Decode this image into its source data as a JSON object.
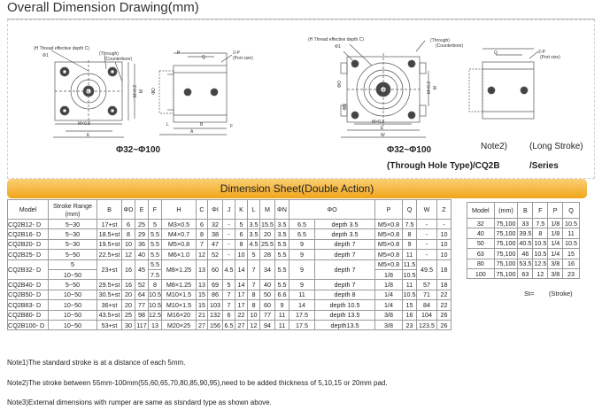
{
  "title": "Overall Dimension Drawing(mm)",
  "drawing": {
    "left_labels": {
      "h_thread": "(H Thread effective depth C)",
      "through": "(Through)",
      "counterbore": "(Counterbore)",
      "phi1": "Φ1",
      "p": "P",
      "q": "Q",
      "two_p": "2-P",
      "port_size": "(Port size)",
      "phi_d": "ΦD",
      "m": "M",
      "m_x02_v": "M×0.2",
      "m_x02_h": "M×0.2",
      "e": "E",
      "b": "B",
      "l": "L",
      "a": "A",
      "f": "F"
    },
    "right_labels": {
      "h_thread": "(H Thread effective depth C)",
      "through": "(Through)",
      "counterbore": "(Counterbore)",
      "phi1": "Φ1",
      "phi_o": "ΦO",
      "phi_n": "ΦN",
      "m": "M",
      "m_x02_v": "M×0.2",
      "m_x02_h": "M×0.2",
      "e": "E",
      "w": "W",
      "q": "Q",
      "two_p": "2-P",
      "port_size": "(Port size)"
    },
    "caption_left": "Φ32~Φ100",
    "caption_right": "Φ32~Φ100",
    "note2": "Note2)",
    "long_stroke": "(Long Stroke)",
    "through_hole": "(Through Hole Type)/CQ2B",
    "series": "/Series"
  },
  "sheet_title": "Dimension Sheet(Double Action)",
  "main_table": {
    "headers": [
      "Model",
      "Stroke Range (mm)",
      "B",
      "ΦD",
      "E",
      "F",
      "H",
      "C",
      "ΦI",
      "J",
      "K",
      "L",
      "M",
      "ΦN",
      "ΦO",
      "P",
      "Q",
      "W",
      "Z"
    ],
    "rows": [
      [
        "CQ2B12-  D",
        "5~30",
        "17+st",
        "6",
        "25",
        "5",
        "M3×0.5",
        "6",
        "32",
        "-",
        "5",
        "3.5",
        "15.5",
        "3.5",
        "6.5",
        "depth 3.5",
        "M5×0.8",
        "7.5",
        "-",
        "-"
      ],
      [
        "CQ2B16-  D",
        "5~30",
        "18.5+st",
        "8",
        "29",
        "5.5",
        "M4×0.7",
        "8",
        "38",
        "-",
        "6",
        "3.5",
        "20",
        "3.5",
        "6.5",
        "depth 3.5",
        "M5×0.8",
        "8",
        "-",
        "10"
      ],
      [
        "CQ2B20-  D",
        "5~30",
        "19.5+st",
        "10",
        "36",
        "5.5",
        "M5×0.8",
        "7",
        "47",
        "-",
        "8",
        "4.5",
        "25.5",
        "5.5",
        "9",
        "depth 7",
        "M5×0.8",
        "9",
        "-",
        "10"
      ],
      [
        "CQ2B25-  D",
        "5~50",
        "22.5+st",
        "12",
        "40",
        "5.5",
        "M6×1.0",
        "12",
        "52",
        "-",
        "10",
        "5",
        "28",
        "5.5",
        "9",
        "depth 7",
        "M5×0.8",
        "11",
        "-",
        "10"
      ],
      [
        "CQ2B32-  D",
        "5",
        "23+st",
        "16",
        "45",
        "5.5",
        "M8×1.25",
        "13",
        "60",
        "4.5",
        "14",
        "7",
        "34",
        "5.5",
        "9",
        "depth 7",
        "M5×0.8",
        "11.5",
        "49.5",
        "18"
      ],
      [
        "",
        "10~50",
        "",
        "",
        "",
        "7.5",
        "",
        "",
        "",
        "",
        "",
        "",
        "",
        "",
        "",
        "",
        "1/8",
        "10.5",
        "",
        ""
      ],
      [
        "CQ2B40-  D",
        "5~50",
        "29.5+st",
        "16",
        "52",
        "8",
        "M8×1.25",
        "13",
        "69",
        "5",
        "14",
        "7",
        "40",
        "5.5",
        "9",
        "depth 7",
        "1/8",
        "11",
        "57",
        "18"
      ],
      [
        "CQ2B50-  D",
        "10~50",
        "30.5+st",
        "20",
        "64",
        "10.5",
        "M10×1.5",
        "15",
        "86",
        "7",
        "17",
        "8",
        "50",
        "6.6",
        "11",
        "depth 8",
        "1/4",
        "10.5",
        "71",
        "22"
      ],
      [
        "CQ2B63-  D",
        "10~50",
        "36+st",
        "20",
        "77",
        "10.5",
        "M10×1.5",
        "15",
        "103",
        "7",
        "17",
        "8",
        "60",
        "9",
        "14",
        "depth 10.5",
        "1/4",
        "15",
        "84",
        "22"
      ],
      [
        "CQ2B80-  D",
        "10~50",
        "43.5+st",
        "25",
        "98",
        "12.5",
        "M16×20",
        "21",
        "132",
        "6",
        "22",
        "10",
        "77",
        "11",
        "17.5",
        "depth 13.5",
        "3/8",
        "16",
        "104",
        "26"
      ],
      [
        "CQ2B100-  D",
        "10~50",
        "53+st",
        "30",
        "117",
        "13",
        "M20×25",
        "27",
        "156",
        "6.5",
        "27",
        "12",
        "94",
        "11",
        "17.5",
        "depth13.5",
        "3/8",
        "23",
        "123.5",
        "26"
      ]
    ]
  },
  "side_table": {
    "headers": [
      "Model",
      "(mm)",
      "B",
      "F",
      "P",
      "Q"
    ],
    "rows": [
      [
        "32",
        "75,100",
        "33",
        "7.5",
        "1/8",
        "10.5"
      ],
      [
        "40",
        "75,100",
        "39.5",
        "8",
        "1/8",
        "11"
      ],
      [
        "50",
        "75,100",
        "40.5",
        "10.5",
        "1/4",
        "10.5"
      ],
      [
        "63",
        "75,100",
        "46",
        "10.5",
        "1/4",
        "15"
      ],
      [
        "80",
        "75,100",
        "53.5",
        "12.5",
        "3/8",
        "16"
      ],
      [
        "100",
        "75,100",
        "63",
        "12",
        "3/8",
        "23"
      ]
    ],
    "st_label": "St=",
    "st_value": "(Stroke)"
  },
  "notes": [
    "Note1)The standard stroke is at a distance of each 5mm.",
    "Note2)The stroke between 55mm-100mm(55,60,65,70,80,85,90,95),need to be added thickness of 5,10,15 or 20mm pad.",
    "Note3)External dimensions with rumper are same as stsndard type as shown above."
  ]
}
